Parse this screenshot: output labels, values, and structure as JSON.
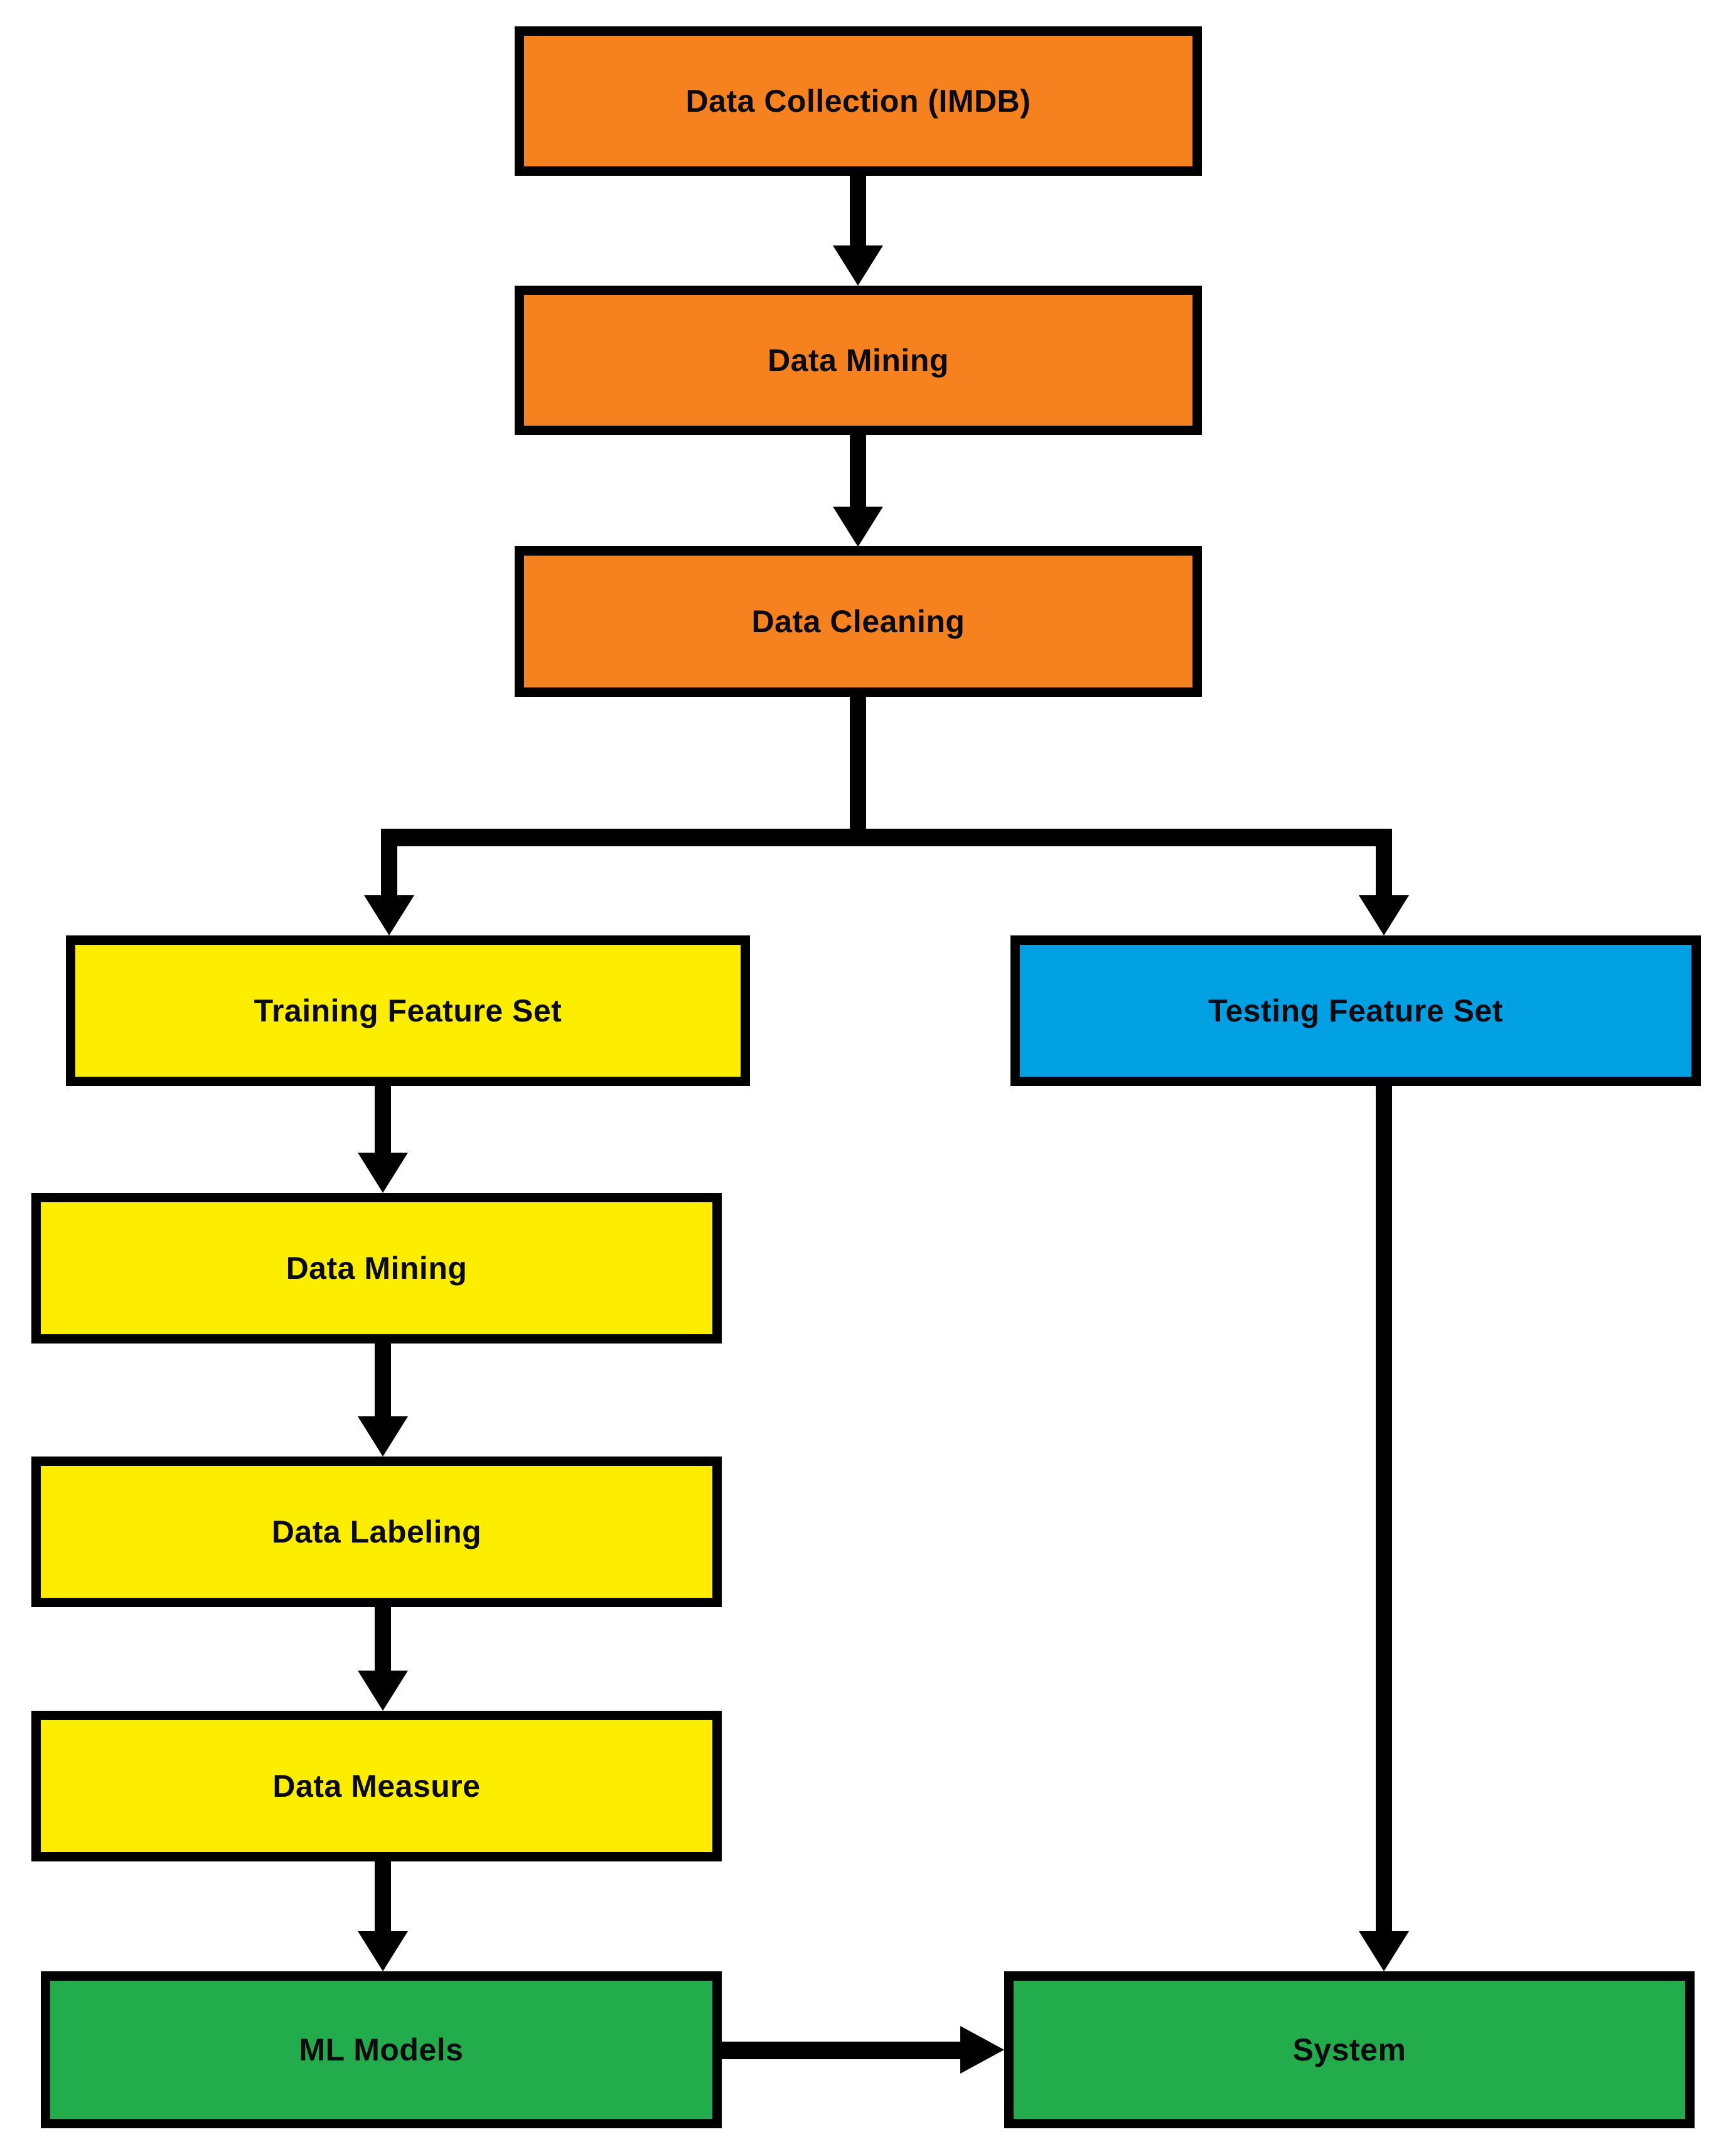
{
  "diagram": {
    "colors": {
      "orange": "#F6821F",
      "yellow": "#FDEE00",
      "blue": "#00A0E3",
      "green": "#23AC4B",
      "line": "#000000",
      "text": "#0B0B12"
    },
    "nodes": [
      {
        "id": "data-collection",
        "label": "Data Collection (IMDB)",
        "fill": "orange"
      },
      {
        "id": "data-mining-top",
        "label": "Data Mining",
        "fill": "orange"
      },
      {
        "id": "data-cleaning",
        "label": "Data Cleaning",
        "fill": "orange"
      },
      {
        "id": "training-feature-set",
        "label": "Training Feature Set",
        "fill": "yellow"
      },
      {
        "id": "testing-feature-set",
        "label": "Testing Feature Set",
        "fill": "blue"
      },
      {
        "id": "data-mining-left",
        "label": "Data Mining",
        "fill": "yellow"
      },
      {
        "id": "data-labeling",
        "label": "Data Labeling",
        "fill": "yellow"
      },
      {
        "id": "data-measure",
        "label": "Data Measure",
        "fill": "yellow"
      },
      {
        "id": "ml-models",
        "label": "ML Models",
        "fill": "green"
      },
      {
        "id": "system",
        "label": "System",
        "fill": "green"
      }
    ],
    "edges": [
      {
        "from": "data-collection",
        "to": "data-mining-top"
      },
      {
        "from": "data-mining-top",
        "to": "data-cleaning"
      },
      {
        "from": "data-cleaning",
        "to": "training-feature-set"
      },
      {
        "from": "data-cleaning",
        "to": "testing-feature-set"
      },
      {
        "from": "training-feature-set",
        "to": "data-mining-left"
      },
      {
        "from": "data-mining-left",
        "to": "data-labeling"
      },
      {
        "from": "data-labeling",
        "to": "data-measure"
      },
      {
        "from": "data-measure",
        "to": "ml-models"
      },
      {
        "from": "ml-models",
        "to": "system"
      },
      {
        "from": "testing-feature-set",
        "to": "system"
      }
    ]
  }
}
